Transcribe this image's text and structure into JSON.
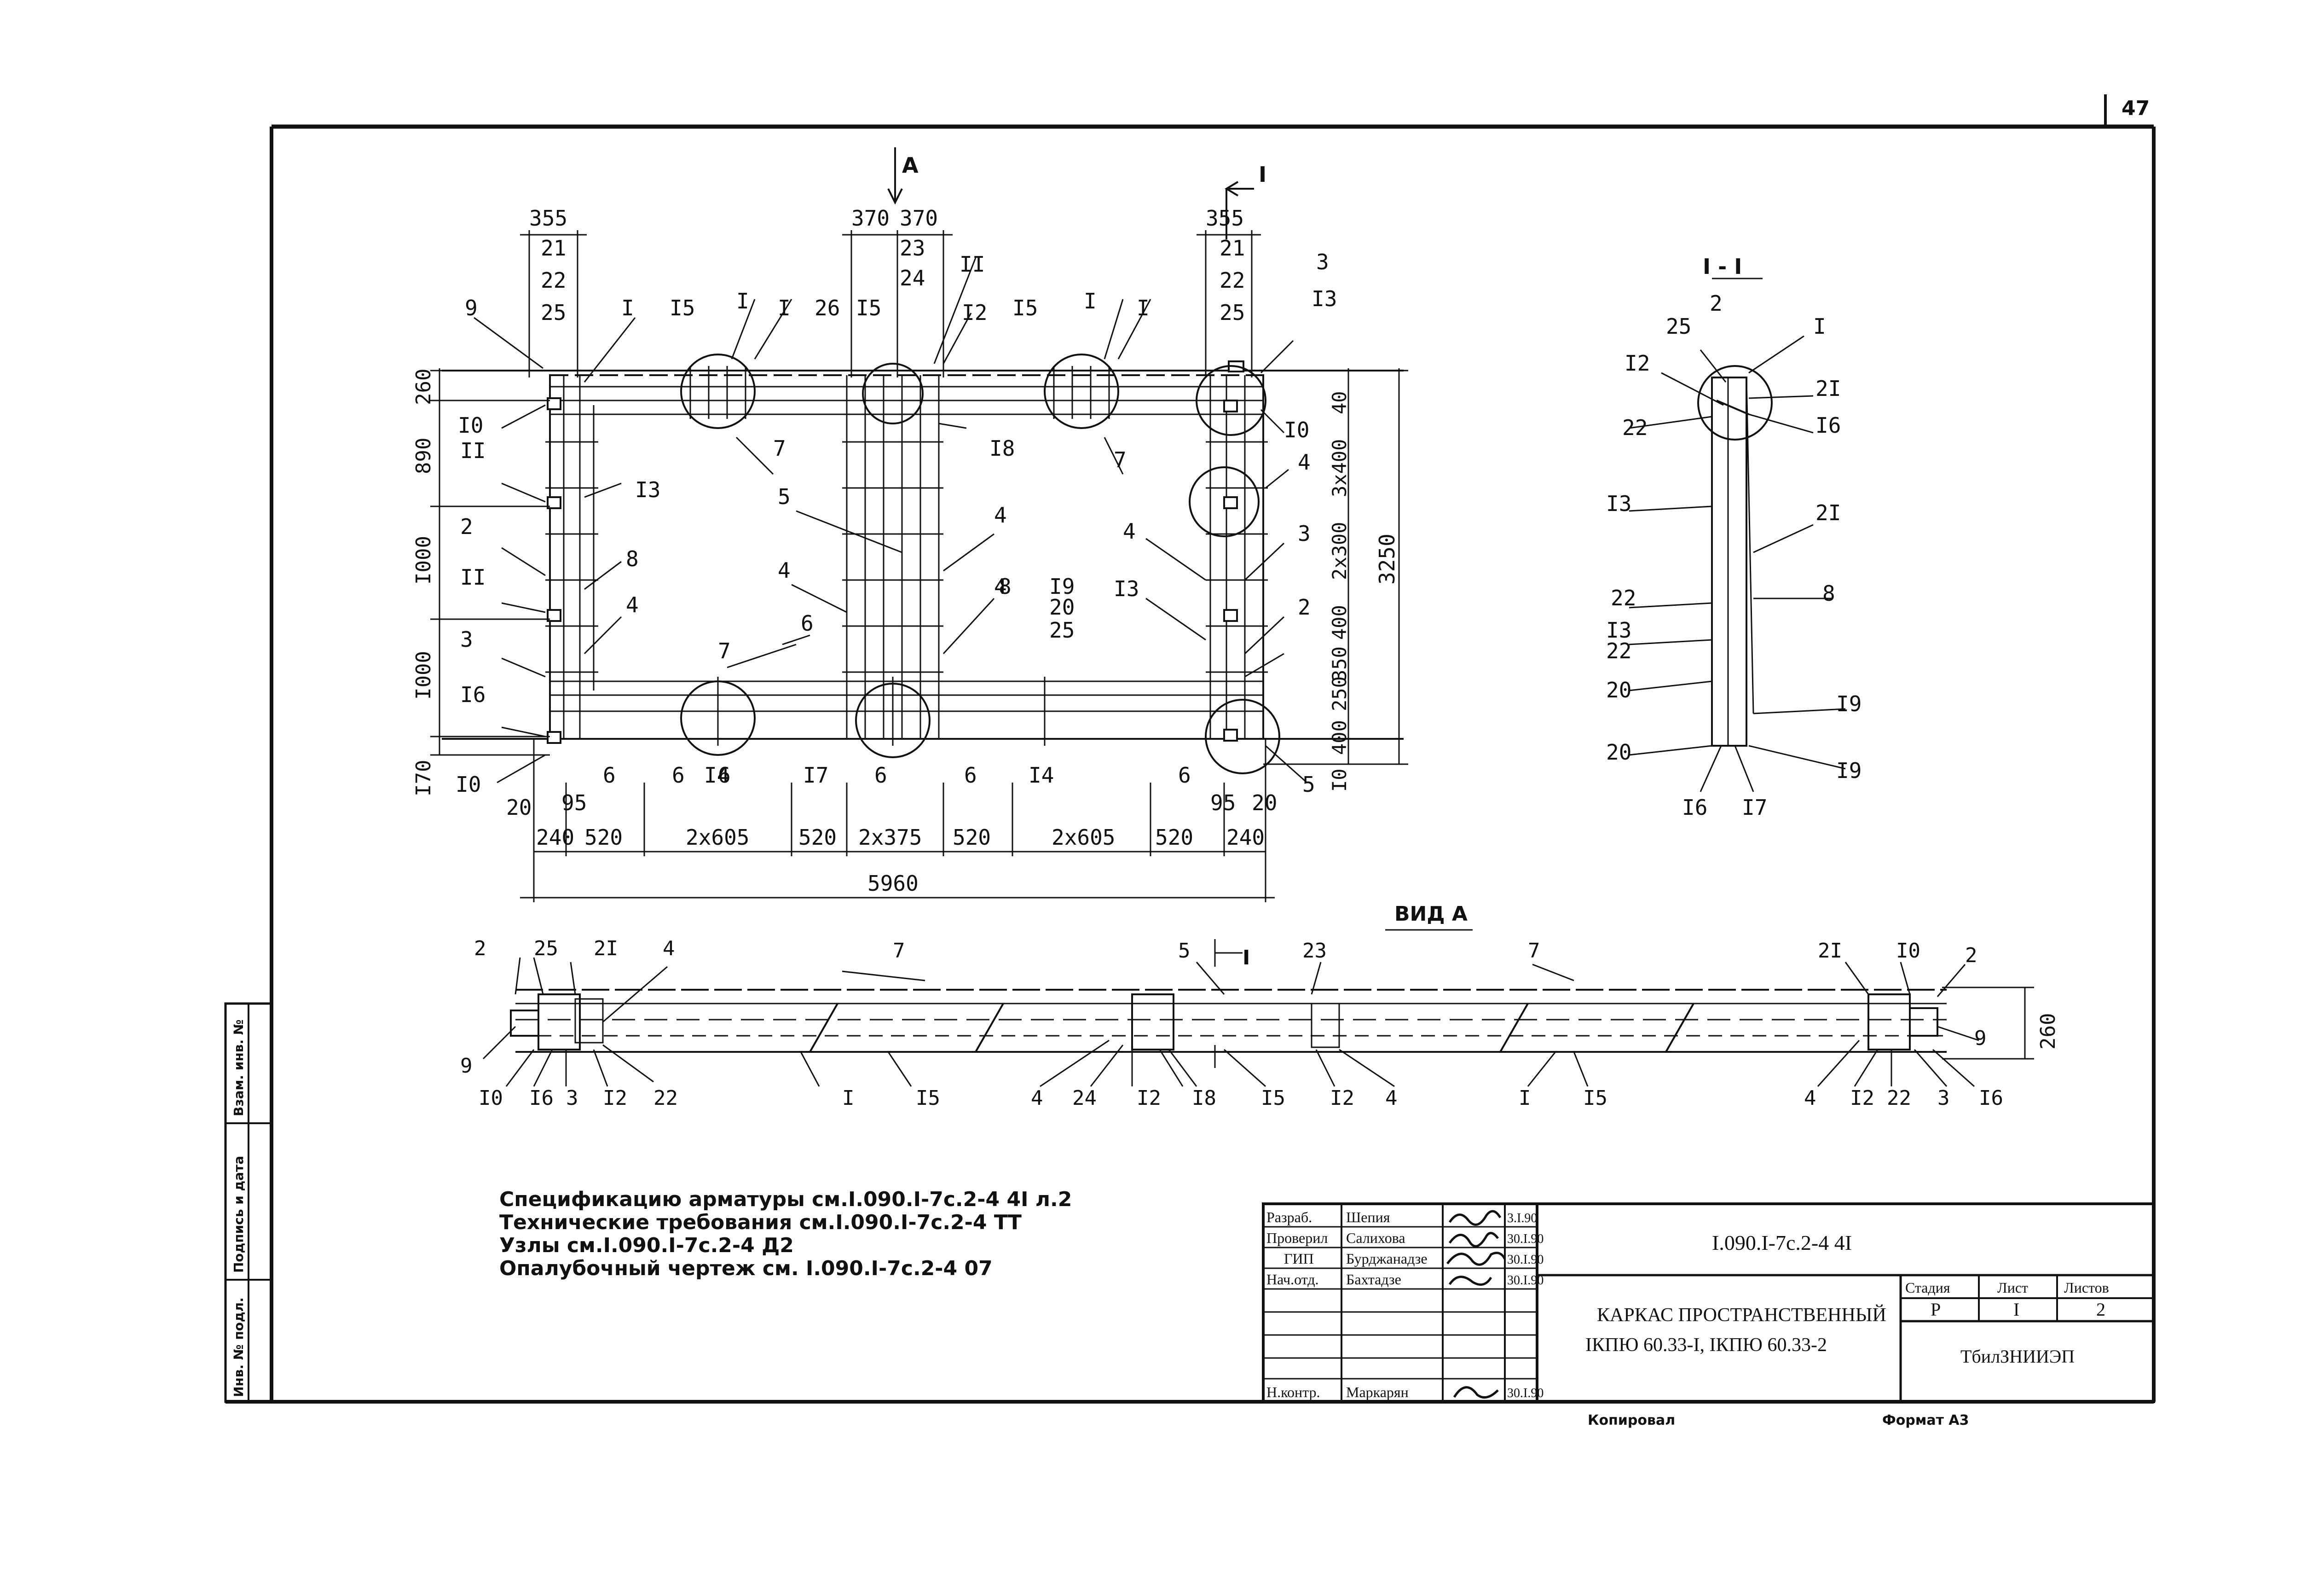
{
  "sheet_number": "47",
  "section_marks": {
    "a_arrow": "А",
    "i_arrow_top": "I",
    "i_arrow_side": "I",
    "section_title": "I - I",
    "view_title": "ВИД А"
  },
  "main_view": {
    "top_dims": [
      "355",
      "370",
      "370",
      "355"
    ],
    "bar_stacks": [
      [
        "21",
        "22",
        "25"
      ],
      [
        "23",
        "24"
      ],
      [
        "21",
        "22",
        "25"
      ]
    ],
    "top_callouts": [
      "9",
      "I",
      "I5",
      "I",
      "I",
      "26",
      "I5",
      "II",
      "I2",
      "I5",
      "I",
      "I",
      "3",
      "I3"
    ],
    "left_dims": [
      "260",
      "890",
      "I000",
      "I000",
      "I70"
    ],
    "right_dims": [
      "40",
      "3х400",
      "2х300",
      "400",
      "350",
      "250",
      "400",
      "I0"
    ],
    "overall_height": "3250",
    "inner_callouts": [
      "I0",
      "II",
      "I3",
      "2",
      "II",
      "8",
      "4",
      "3",
      "I6",
      "I0",
      "7",
      "5",
      "4",
      "4",
      "6",
      "7",
      "6",
      "I8",
      "4",
      "8",
      "I9",
      "20",
      "25",
      "7",
      "4",
      "I3",
      "3",
      "2",
      "I0",
      "4",
      "5"
    ],
    "bottom_callouts": [
      "20",
      "95",
      "6",
      "6",
      "I4",
      "I7",
      "6",
      "6",
      "I4",
      "6",
      "95",
      "20"
    ],
    "bottom_dims": [
      "240",
      "520",
      "2х605",
      "520",
      "2х375",
      "520",
      "2х605",
      "520",
      "240"
    ],
    "overall_width": "5960"
  },
  "section_view": {
    "callouts": [
      "2",
      "25",
      "I",
      "I2",
      "2I",
      "I6",
      "22",
      "I3",
      "2I",
      "8",
      "22",
      "I3",
      "22",
      "20",
      "I9",
      "20",
      "I9",
      "I6",
      "I7"
    ]
  },
  "view_a": {
    "top_labels": [
      "2",
      "25",
      "2I",
      "4",
      "7",
      "5",
      "23",
      "7",
      "2I",
      "I0",
      "2"
    ],
    "bottom_labels": [
      "9",
      "I0",
      "I6",
      "3",
      "I2",
      "22",
      "I",
      "I5",
      "4",
      "24",
      "I2",
      "I8",
      "I5",
      "I2",
      "4",
      "I",
      "I5",
      "4",
      "I2",
      "22",
      "3",
      "I6",
      "9"
    ],
    "height_dim": "260"
  },
  "notes": [
    "Спецификацию арматуры см.I.090.I-7c.2-4 4I л.2",
    "Технические требования см.I.090.I-7c.2-4 ТТ",
    "Узлы см.I.090.I-7c.2-4 Д2",
    "Опалубочный чертеж см. I.090.I-7c.2-4 07"
  ],
  "title_block": {
    "roles": [
      "Разраб.",
      "Проверил",
      "ГИП",
      "Нач.отд.",
      "",
      "Н.контр."
    ],
    "names": [
      "Шепия",
      "Салихова",
      "Бурджанадзе",
      "Бахтадзе",
      "",
      "Маркарян"
    ],
    "dates": [
      "3.I.90",
      "30.I.90",
      "30.I.90",
      "30.I.90",
      "",
      "30.I.90"
    ],
    "doc_code": "I.090.I-7c.2-4 4I",
    "title_line1": "КАРКАС ПРОСТРАНСТВЕННЫЙ",
    "title_line2": "IКПЮ 60.33-I, IКПЮ 60.33-2",
    "stage_header": "Стадия",
    "sheet_header": "Лист",
    "sheets_header": "Листов",
    "stage": "Р",
    "sheet": "I",
    "sheets": "2",
    "org": "ТбилЗНИИЭП"
  },
  "left_stamp": [
    "Инв. № подл.",
    "Подпись и дата",
    "Взам. инв. №"
  ],
  "footer": {
    "copied": "Копировал",
    "format": "Формат А3"
  }
}
